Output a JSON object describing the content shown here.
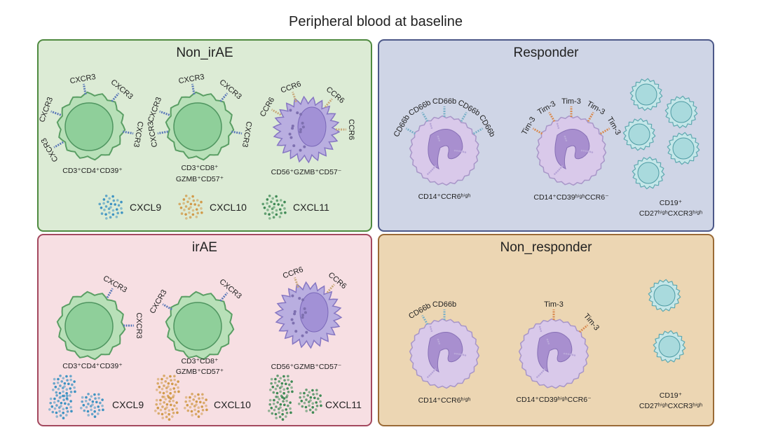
{
  "title": "Peripheral blood at baseline",
  "colors": {
    "non_irae_bg": "#dcebd5",
    "non_irae_border": "#4f8a40",
    "responder_bg": "#cfd5e6",
    "responder_border": "#4c5888",
    "irae_bg": "#f7dfe3",
    "irae_border": "#a3485e",
    "non_responder_bg": "#ecd6b3",
    "non_responder_border": "#9a6a36",
    "t_cell": "#8fcf9a",
    "nk_cell": "#b9aee0",
    "monocyte": "#d9c9ea",
    "b_cell": "#a9dadd",
    "cxcl9": "#3e93c2",
    "cxcl10": "#d19a4a",
    "cxcl11": "#3f8a55"
  },
  "panels": {
    "non_irae": {
      "title": "Non_irAE",
      "cells": [
        {
          "label1": "CD3⁺CD4⁺CD39⁺",
          "label2": "",
          "receptors": [
            "CXCR3",
            "CXCR3",
            "CXCR3",
            "CXCR3",
            "CXCR3"
          ]
        },
        {
          "label1": "CD3⁺CD8⁺",
          "label2": "GZMB⁺CD57⁺",
          "receptors": [
            "CXCR3",
            "CXCR3",
            "CXCR3",
            "CXCR3",
            "CXCR3"
          ]
        },
        {
          "label1": "CD56⁺GZMB⁺CD57⁻",
          "label2": "",
          "receptors": [
            "CCR6",
            "CCR6",
            "CCR6",
            "CCR6"
          ]
        }
      ],
      "chemokines": [
        "CXCL9",
        "CXCL10",
        "CXCL11"
      ]
    },
    "responder": {
      "title": "Responder",
      "cells": [
        {
          "label1": "CD14⁺CCR6ʰⁱᵍʰ",
          "label2": "",
          "receptors": [
            "CD66b",
            "CD66b",
            "CD66b",
            "CD66b",
            "CD66b"
          ]
        },
        {
          "label1": "CD14⁺CD39ʰⁱᵍʰCCR6⁻",
          "label2": "",
          "receptors": [
            "Tim-3",
            "Tim-3",
            "Tim-3",
            "Tim-3",
            "Tim-3"
          ]
        },
        {
          "label1": "CD19⁺",
          "label2": "CD27ʰⁱᵍʰCXCR3ʰⁱᵍʰ",
          "receptors": []
        }
      ]
    },
    "irae": {
      "title": "irAE",
      "cells": [
        {
          "label1": "CD3⁺CD4⁺CD39⁺",
          "label2": "",
          "receptors": [
            "CXCR3",
            "CXCR3"
          ]
        },
        {
          "label1": "CD3⁺CD8⁺",
          "label2": "GZMB⁺CD57⁺",
          "receptors": [
            "CXCR3",
            "CXCR3"
          ]
        },
        {
          "label1": "CD56⁺GZMB⁺CD57⁻",
          "label2": "",
          "receptors": [
            "CCR6",
            "CCR6"
          ]
        }
      ],
      "chemokines": [
        "CXCL9",
        "CXCL10",
        "CXCL11"
      ]
    },
    "non_responder": {
      "title": "Non_responder",
      "cells": [
        {
          "label1": "CD14⁺CCR6ʰⁱᵍʰ",
          "label2": "",
          "receptors": [
            "CD66b",
            "CD66b"
          ]
        },
        {
          "label1": "CD14⁺CD39ʰⁱᵍʰCCR6⁻",
          "label2": "",
          "receptors": [
            "Tim-3",
            "Tim-3"
          ]
        },
        {
          "label1": "CD19⁺",
          "label2": "CD27ʰⁱᵍʰCXCR3ʰⁱᵍʰ",
          "receptors": []
        }
      ]
    }
  }
}
